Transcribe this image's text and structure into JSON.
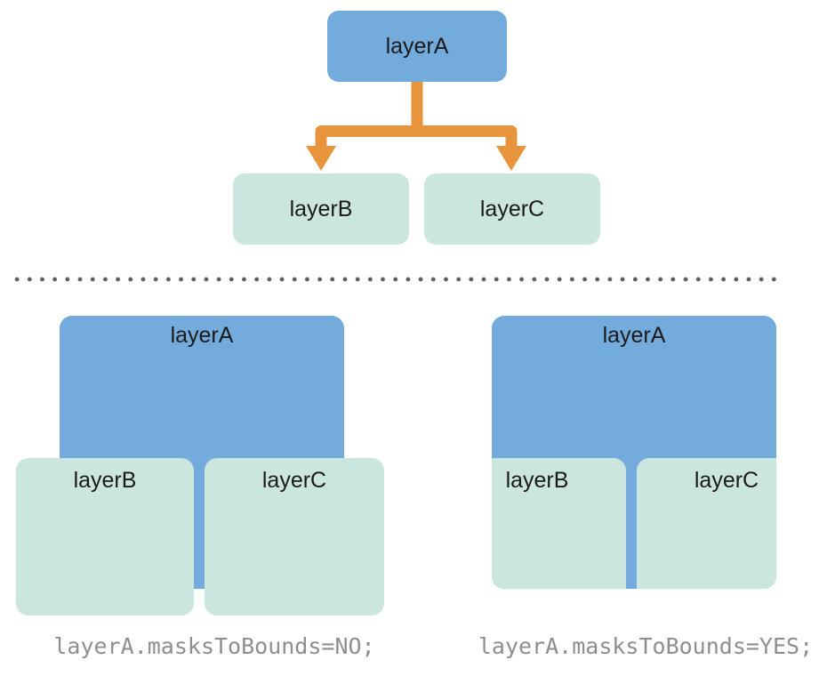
{
  "tree": {
    "parent_label": "layerA",
    "child_b_label": "layerB",
    "child_c_label": "layerC"
  },
  "examples": {
    "no": {
      "layer_a_label": "layerA",
      "layer_b_label": "layerB",
      "layer_c_label": "layerC",
      "caption": "layerA.masksToBounds=NO;"
    },
    "yes": {
      "layer_a_label": "layerA",
      "layer_b_label": "layerB",
      "layer_c_label": "layerC",
      "caption": "layerA.masksToBounds=YES;"
    }
  },
  "colors": {
    "parent_layer_fill": "#74ABDD",
    "child_layer_fill": "#CBE6DE",
    "connector_arrow": "#E8943C",
    "caption_text": "#8E8E8E",
    "divider_dots": "#606060",
    "label_text": "#1A1A1A"
  }
}
